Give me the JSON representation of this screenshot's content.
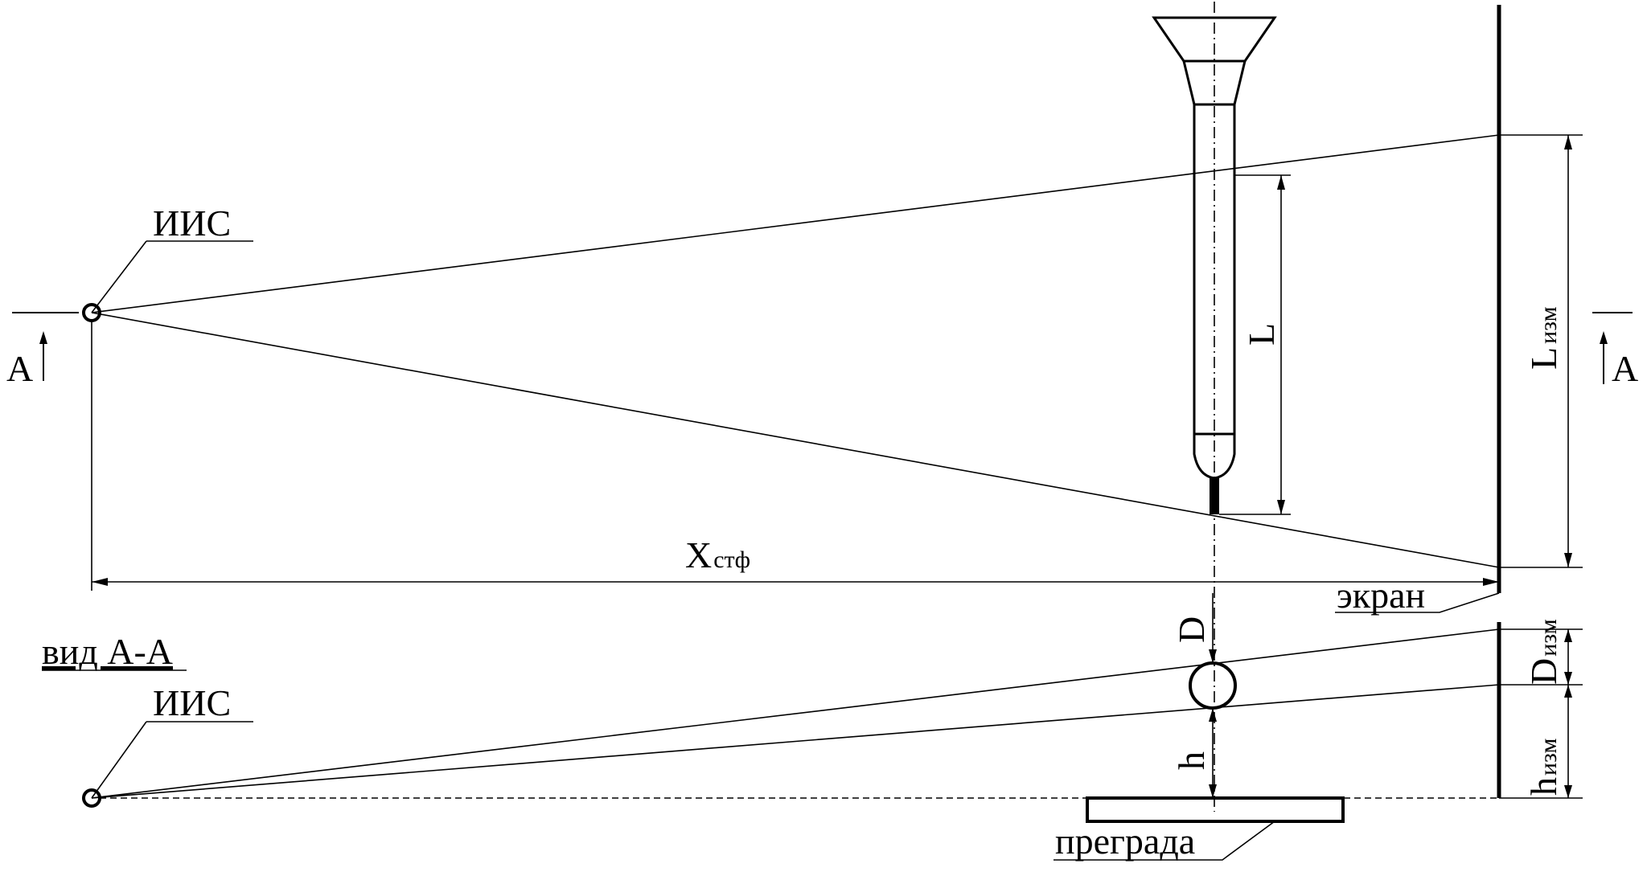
{
  "labels": {
    "source_top": "ИИС",
    "source_bottom": "ИИС",
    "section_mark_left": "А",
    "section_mark_right": "А",
    "dim_L": "L",
    "dim_L_meas_main": "L",
    "dim_L_meas_sub": "изм",
    "dim_X_main": "X",
    "dim_X_sub": "стф",
    "screen": "экран",
    "section_view": "вид А-А",
    "dim_D": "D",
    "dim_D_meas_main": "D",
    "dim_D_meas_sub": "изм",
    "dim_h": "h",
    "dim_h_meas_main": "h",
    "dim_h_meas_sub": "изм",
    "obstacle": "преграда"
  }
}
